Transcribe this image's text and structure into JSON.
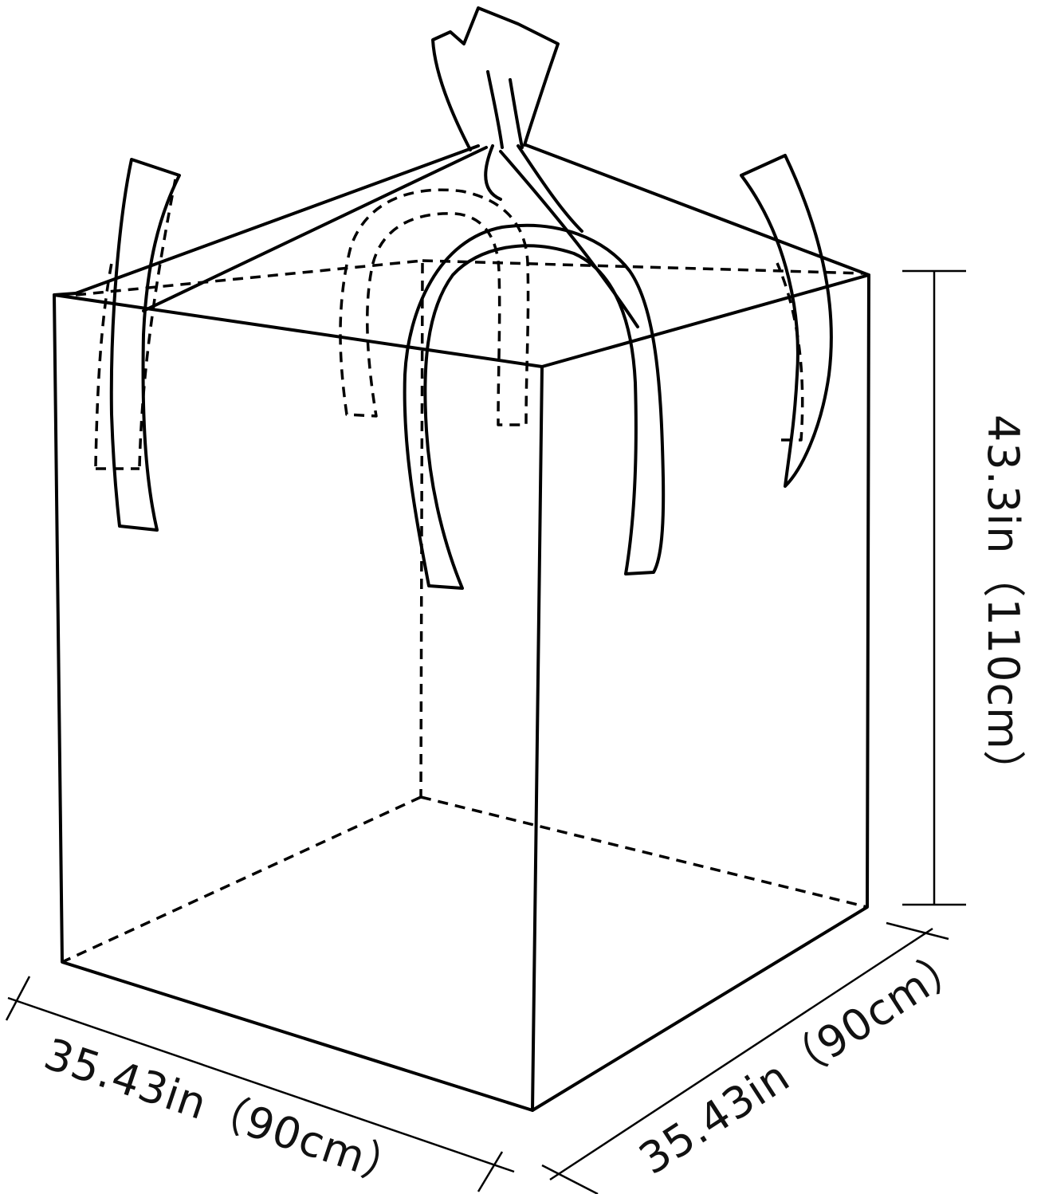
{
  "diagram": {
    "subject": "bulk-bag",
    "line_color": "#000000",
    "background": "#ffffff"
  },
  "dimensions": {
    "height_label": "43.3in（110cm）",
    "front_width_label": "35.43in（90cm）",
    "side_depth_label": "35.43in（90cm）"
  }
}
